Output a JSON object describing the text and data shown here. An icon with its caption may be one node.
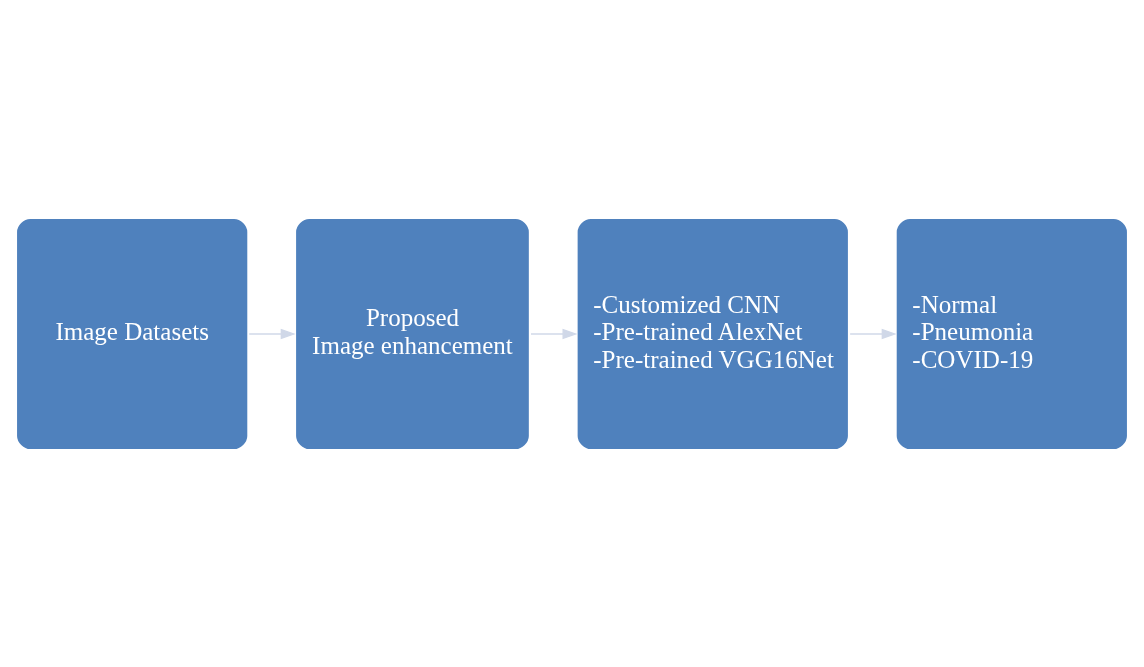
{
  "diagram": {
    "nodes": [
      {
        "text": [
          "Image Datasets"
        ]
      },
      {
        "text": [
          "Proposed",
          "Image enhancement"
        ]
      },
      {
        "text": [
          "-Customized CNN",
          "-Pre-trained AlexNet",
          "-Pre-trained VGG16Net"
        ]
      },
      {
        "text": [
          "-Normal",
          "-Pneumonia",
          "-COVID-19"
        ]
      }
    ],
    "edges": [
      {
        "from": 0,
        "to": 1,
        "arrow": "to",
        "color": "#d0d8e8"
      },
      {
        "from": 1,
        "to": 2,
        "arrow": "to",
        "color": "#d0d8e8"
      },
      {
        "from": 2,
        "to": 3,
        "arrow": "to",
        "color": "#d0d8e8"
      }
    ]
  }
}
